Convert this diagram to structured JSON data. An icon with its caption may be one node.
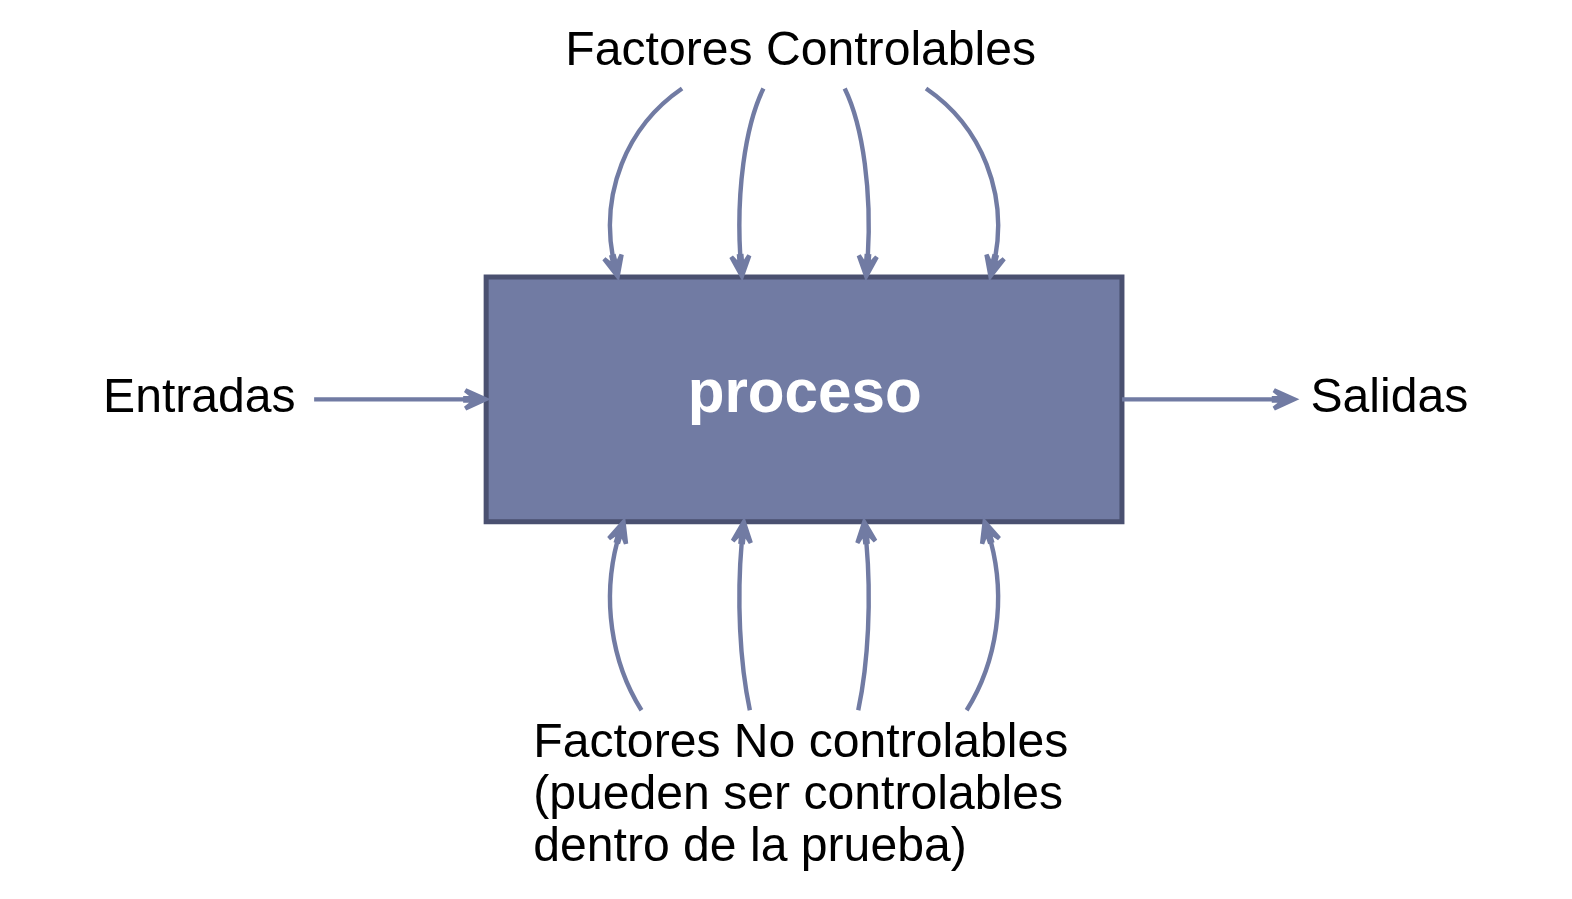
{
  "diagram": {
    "nodes": [
      {
        "text": [
          "Factores Controlables"
        ]
      },
      {
        "text": [
          "Entradas"
        ]
      },
      {
        "text": [
          "proceso"
        ]
      },
      {
        "text": [
          "Salidas"
        ]
      },
      {
        "text": [
          "Factores No controlables (pueden ser controlables dentro de la prueba)"
        ]
      }
    ],
    "edges": [
      {
        "from": 0,
        "to": 2,
        "arrow": "to"
      },
      {
        "from": 0,
        "to": 2,
        "arrow": "to"
      },
      {
        "from": 0,
        "to": 2,
        "arrow": "to"
      },
      {
        "from": 0,
        "to": 2,
        "arrow": "to"
      },
      {
        "from": 1,
        "to": 2,
        "arrow": "to"
      },
      {
        "from": 2,
        "to": 3,
        "arrow": "to"
      },
      {
        "from": 4,
        "to": 2,
        "arrow": "to"
      },
      {
        "from": 4,
        "to": 2,
        "arrow": "to"
      },
      {
        "from": 4,
        "to": 2,
        "arrow": "to"
      },
      {
        "from": 4,
        "to": 2,
        "arrow": "to"
      }
    ]
  }
}
